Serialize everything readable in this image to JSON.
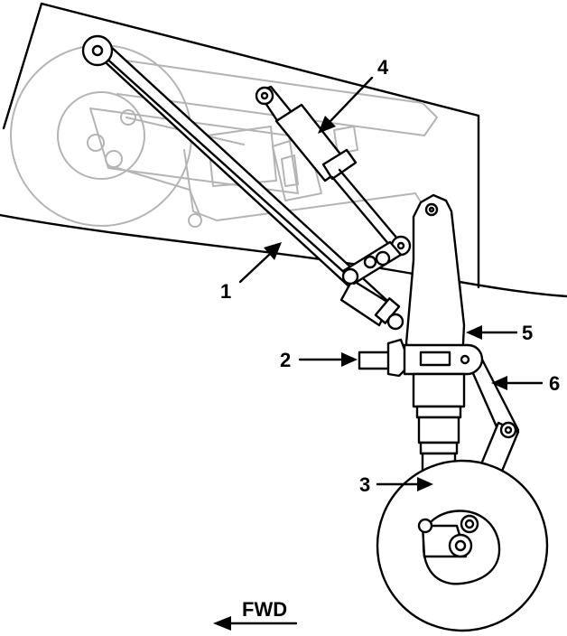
{
  "callouts": [
    {
      "id": "1",
      "text": "1"
    },
    {
      "id": "2",
      "text": "2"
    },
    {
      "id": "3",
      "text": "3"
    },
    {
      "id": "4",
      "text": "4"
    },
    {
      "id": "5",
      "text": "5"
    },
    {
      "id": "6",
      "text": "6"
    }
  ],
  "direction_label": "FWD",
  "colors": {
    "ink": "#000000",
    "retracted_ghost": "#b4b4b4",
    "background": "#ffffff"
  }
}
